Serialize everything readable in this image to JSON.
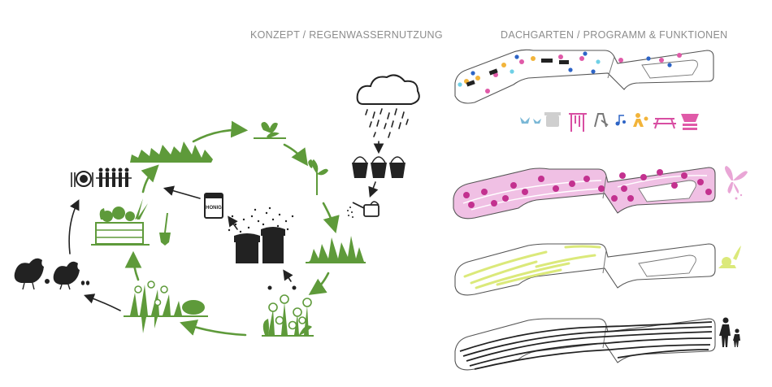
{
  "headings": {
    "concept": "KONZEPT / REGENWASSERNUTZUNG",
    "roof": "DACHGARTEN / PROGRAMM & FUNKTIONEN"
  },
  "labels": {
    "honey_jar": "HONIG"
  },
  "colors": {
    "green": "#5e9a3a",
    "dark": "#222222",
    "pink": "#c3318f",
    "pink_light": "#e9a6d6",
    "lime": "#dbe97a",
    "cycle_arrows": "green and black"
  },
  "icons": [
    "rain-cloud-icon",
    "bucket-icon",
    "watering-can-icon",
    "seedling-icon",
    "grass-sprout-icon",
    "beehive-icon",
    "bees-icon",
    "honey-jar-icon",
    "harvest-crate-icon",
    "shovel-icon",
    "flowers-icon",
    "vegetables-icon",
    "chickens-icon",
    "dining-table-icon",
    "people-icon",
    "grass-field-icon",
    "butterfly-icon",
    "snail-icon",
    "adult-child-icon",
    "picnic-table-icon",
    "music-icon",
    "play-icon",
    "clothes-rack-icon",
    "lounge-icon"
  ]
}
